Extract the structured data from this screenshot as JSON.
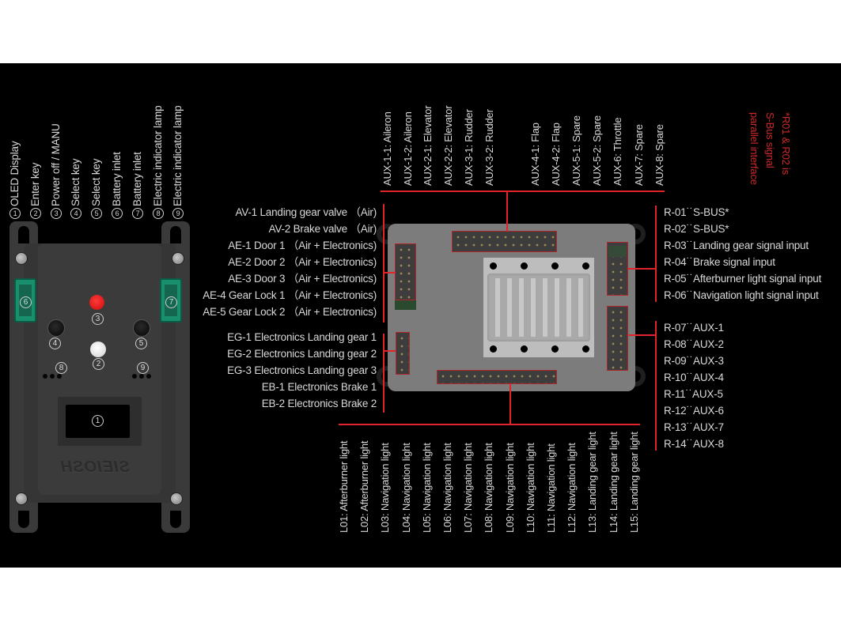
{
  "controller": {
    "legend": [
      {
        "num": "1",
        "label": "OLED Display"
      },
      {
        "num": "2",
        "label": "Enter key"
      },
      {
        "num": "3",
        "label": "Power off / MANU"
      },
      {
        "num": "4",
        "label": "Select key"
      },
      {
        "num": "5",
        "label": "Select key"
      },
      {
        "num": "6",
        "label": "Battery inlet"
      },
      {
        "num": "7",
        "label": "Battery inlet"
      },
      {
        "num": "8",
        "label": "Electric indicator lamp"
      },
      {
        "num": "9",
        "label": "Electric indicator lamp"
      }
    ],
    "brand": "SIEIOSH",
    "colors": {
      "power_button": "#e01616",
      "enter_button": "#e6e6e6",
      "battery_inlet": "#1a8f6e"
    }
  },
  "board": {
    "top_labels": [
      "AUX-1-1:  Aileron",
      "AUX-1-2:  Aileron",
      "AUX-2-1:  Elevator",
      "AUX-2-2:  Elevator",
      "AUX-3-1:  Rudder",
      "AUX-3-2:  Rudder",
      "AUX-4-1:  Flap",
      "AUX-4-2:  Flap",
      "AUX-5-1:  Spare",
      "AUX-5-2:  Spare",
      "AUX-6:  Throttle",
      "AUX-7:  Spare",
      "AUX-8:  Spare"
    ],
    "left_air_labels": [
      "AV-1 Landing gear valve （Air)",
      "AV-2 Brake valve （Air)",
      "AE-1 Door 1 （Air + Electronics)",
      "AE-2 Door 2 （Air + Electronics)",
      "AE-3 Door 3 （Air + Electronics)",
      "AE-4 Gear Lock 1 （Air + Electronics)",
      "AE-5 Gear Lock 2 （Air + Electronics)"
    ],
    "left_elec_labels": [
      "EG-1 Electronics Landing gear 1",
      "EG-2 Electronics Landing gear 2",
      "EG-3 Electronics Landing gear 3",
      "EB-1 Electronics Brake 1",
      "EB-2 Electronics Brake 2"
    ],
    "right_signal_labels": [
      "R-01˙˙S-BUS*",
      "R-02˙˙S-BUS*",
      "R-03˙˙Landing gear signal input",
      "R-04˙˙Brake signal input",
      "R-05˙˙Afterburner light signal input",
      "R-06˙˙Navigation light signal input"
    ],
    "right_aux_labels": [
      "R-07˙˙AUX-1",
      "R-08˙˙AUX-2",
      "R-09˙˙AUX-3",
      "R-10˙˙AUX-4",
      "R-11˙˙AUX-5",
      "R-12˙˙AUX-6",
      "R-13˙˙AUX-7",
      "R-14˙˙AUX-8"
    ],
    "bottom_labels": [
      "L01:  Afterburner light",
      "L02:  Afterburner light",
      "L03:  Navigation light",
      "L04:  Navigation light",
      "L05:  Navigation light",
      "L06:  Navigation light",
      "L07:  Navigation light",
      "L08:  Navigation light",
      "L09:  Navigation light",
      "L10:  Navigation light",
      "L11:  Navigation light",
      "L12:  Navigation light",
      "L13:  Landing gear light",
      "L14:  Landing gear light",
      "L15:  Landing gear light"
    ],
    "note": [
      "*R01 & R02 is",
      "S-Bus  signal",
      "parallel interface"
    ],
    "colors": {
      "leader_line": "#e0242a",
      "note_text": "#d0282a"
    }
  }
}
